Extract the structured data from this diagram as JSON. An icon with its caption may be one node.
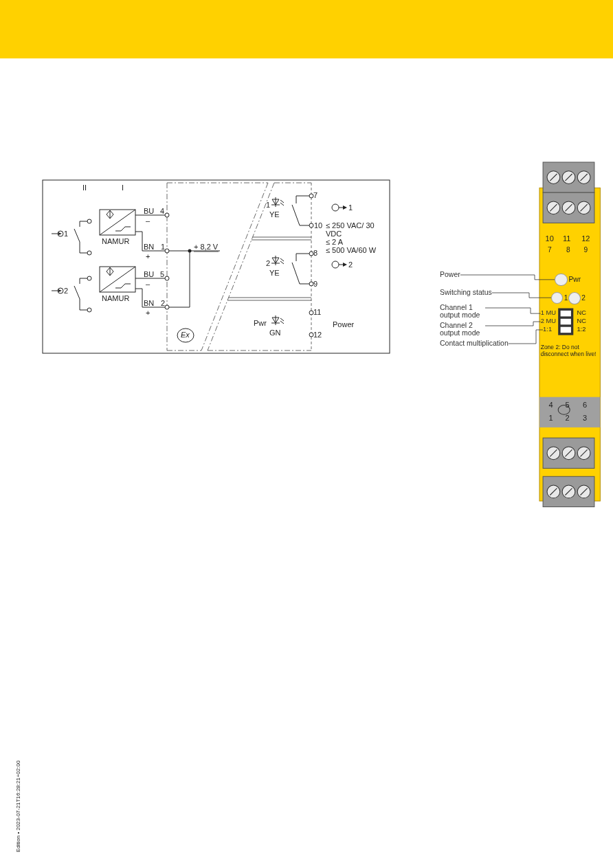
{
  "diagram": {
    "nodes": [
      {
        "text": [
          "Power"
        ]
      },
      {
        "text": [
          "Switching status"
        ]
      },
      {
        "text": [
          "Channel 1 output mode"
        ]
      },
      {
        "text": [
          "Channel 2 output mode"
        ]
      },
      {
        "text": [
          "Contact multiplication"
        ]
      },
      {
        "text": [],
        "shape": "circle"
      },
      {
        "text": [],
        "shape": "circle"
      },
      {
        "text": [
          "1 MU"
        ]
      },
      {
        "text": [
          "2 MU"
        ]
      },
      {
        "text": [
          "1:1"
        ]
      }
    ],
    "edges": [
      {
        "from": 0,
        "to": 5,
        "arrow": "none"
      },
      {
        "from": 1,
        "to": 6,
        "arrow": "none"
      },
      {
        "from": 2,
        "to": 7,
        "arrow": "none"
      },
      {
        "from": 3,
        "to": 8,
        "arrow": "none"
      },
      {
        "from": 4,
        "to": 9,
        "arrow": "none"
      }
    ],
    "labels": [
      "II",
      "I",
      "BU",
      "4",
      "–",
      "BN",
      "1",
      "+",
      "+ 8,2 V",
      "BU",
      "5",
      "–",
      "BN",
      "2",
      "+",
      "1",
      "2",
      "NAMUR",
      "NAMUR",
      "Ex",
      "7",
      "1",
      "YE",
      "10",
      "≤ 250 VAC/ 30 VDC",
      "≤ 2 A",
      "≤ 500 VA/60 W",
      "1",
      "8",
      "2",
      "YE",
      "9",
      "2",
      "11",
      "Pwr",
      "GN",
      "Power",
      "12",
      "10",
      "11",
      "12",
      "7",
      "8",
      "9",
      "Pwr",
      "1",
      "2",
      "NC",
      "NC",
      "1:2",
      "Zone 2: Do not disconnect when live!",
      "4",
      "5",
      "6",
      "1",
      "2",
      "3",
      "Edition • 2023-07-21T16:28:21+02:00"
    ]
  }
}
